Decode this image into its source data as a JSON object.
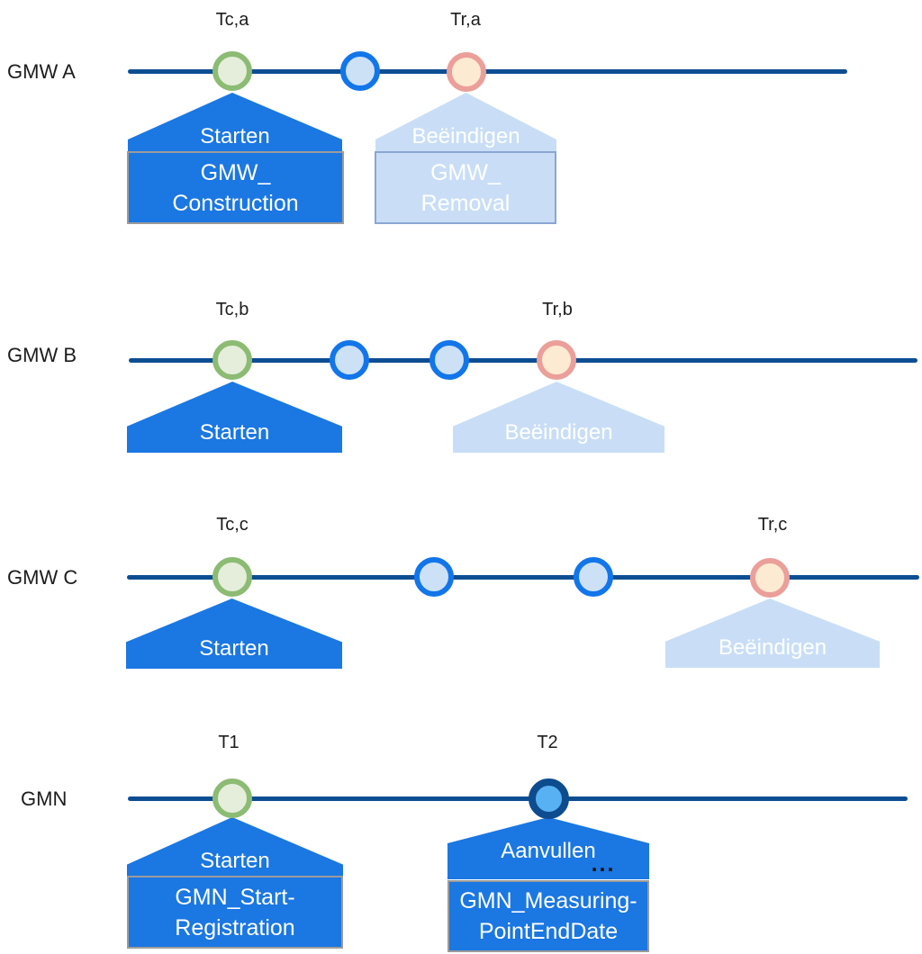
{
  "colors": {
    "timeline": "#0d4e93",
    "action-primary": "#1b77e2",
    "action-secondary": "#c9def6",
    "primary-border": "#9b9b9b",
    "secondary-border": "#8aa6d2",
    "marker-green-border": "#8cbb73",
    "marker-green-fill": "#e4eeda",
    "marker-blue-border": "#1276ea",
    "marker-blue-fill": "#cde1f6",
    "marker-orange-border": "#eb9f9a",
    "marker-orange-fill": "#fdead3",
    "marker-navy-border": "#0d4c8e",
    "marker-navy-fill": "#58b1f3",
    "text-dark": "#1c1c1c",
    "text-light": "#ffffff"
  },
  "rows": [
    {
      "label": "GMW A",
      "markers": [
        {
          "type": "construction-start",
          "time_label": "Tc,a"
        },
        {
          "type": "intermediate"
        },
        {
          "type": "removal",
          "time_label": "Tr,a"
        }
      ],
      "actions": [
        {
          "style": "primary",
          "title": "Starten",
          "detail": [
            "GMW_",
            "Construction"
          ]
        },
        {
          "style": "secondary",
          "title": "Beëindigen",
          "detail": [
            "GMW_",
            "Removal"
          ]
        }
      ]
    },
    {
      "label": "GMW B",
      "markers": [
        {
          "type": "construction-start",
          "time_label": "Tc,b"
        },
        {
          "type": "intermediate"
        },
        {
          "type": "intermediate"
        },
        {
          "type": "removal",
          "time_label": "Tr,b"
        }
      ],
      "actions": [
        {
          "style": "primary",
          "title": "Starten"
        },
        {
          "style": "secondary",
          "title": "Beëindigen"
        }
      ]
    },
    {
      "label": "GMW C",
      "markers": [
        {
          "type": "construction-start",
          "time_label": "Tc,c"
        },
        {
          "type": "intermediate"
        },
        {
          "type": "intermediate"
        },
        {
          "type": "removal",
          "time_label": "Tr,c"
        }
      ],
      "actions": [
        {
          "style": "primary",
          "title": "Starten"
        },
        {
          "style": "secondary",
          "title": "Beëindigen"
        }
      ]
    },
    {
      "label": "GMN",
      "markers": [
        {
          "type": "registration-start",
          "time_label": "T1"
        },
        {
          "type": "measuring-end",
          "time_label": "T2"
        }
      ],
      "actions": [
        {
          "style": "primary",
          "title": "Starten",
          "detail": [
            "GMN_Start-",
            "Registration"
          ]
        },
        {
          "style": "primary",
          "title": "Aanvullen",
          "ellipsis": "...",
          "detail": [
            "GMN_Measuring-",
            "PointEndDate"
          ]
        }
      ]
    }
  ]
}
